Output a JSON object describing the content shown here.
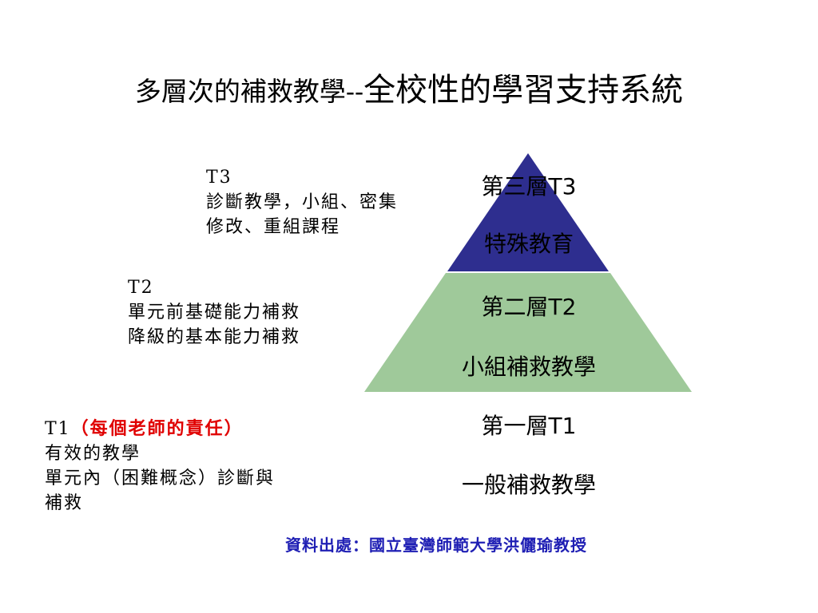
{
  "title": {
    "part1": "多層次的補救教學--",
    "part2": "全校性的學習支持系統"
  },
  "pyramid": {
    "colors": {
      "top": "#2e2e8f",
      "middle": "#9fc99a",
      "edge": "#ffffff"
    },
    "tier3": {
      "label": "第三層T3",
      "sublabel": "特殊教育"
    },
    "tier2": {
      "label": "第二層T2",
      "sublabel": "小組補救教學"
    },
    "tier1": {
      "label": "第一層T1",
      "sublabel": "一般補救教學"
    }
  },
  "notes": {
    "t3": {
      "heading": "T3",
      "line1": "診斷教學，小組、密集",
      "line2": "修改、重組課程"
    },
    "t2": {
      "heading": "T2",
      "line1": "單元前基礎能力補救",
      "line2": "降級的基本能力補救"
    },
    "t1": {
      "heading": "T1",
      "highlight": "（每個老師的責任）",
      "line1": "有效的教學",
      "line2": "單元內（困難概念）診斷與",
      "line3": "補救"
    }
  },
  "source": {
    "text": "資料出處：國立臺灣師範大學洪儷瑜教授"
  }
}
